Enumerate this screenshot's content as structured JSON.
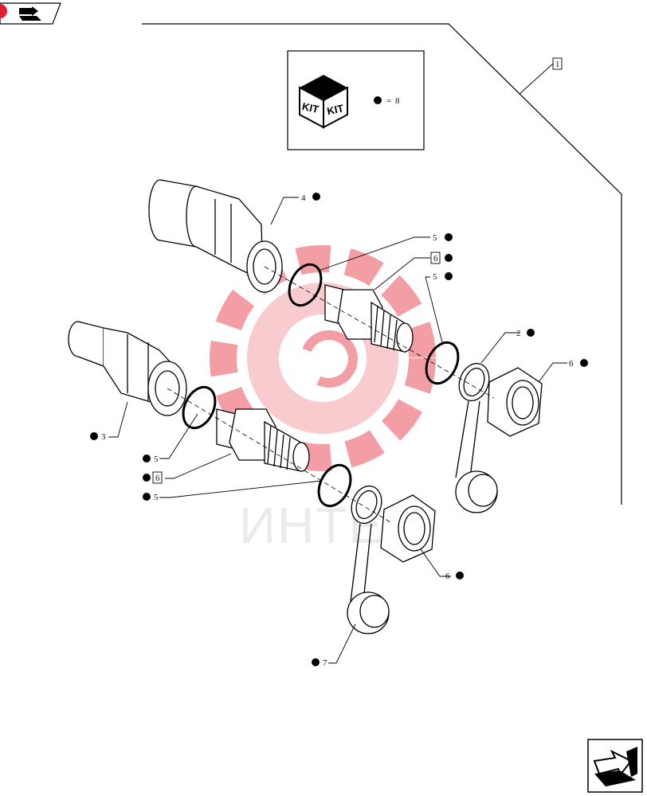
{
  "colors": {
    "ink": "#000000",
    "watermark_red": "#e8505b",
    "watermark_gray": "#bdbdbd",
    "corner_badge": "#e0203a"
  },
  "icons": {
    "top_nav": "previous-page-icon",
    "bottom_nav": "next-page-icon",
    "kit": "kit-box-icon"
  },
  "kit_legend": {
    "kit_word_left": "KIT",
    "kit_word_right": "KIT",
    "equals": "=",
    "value": "8"
  },
  "callouts": [
    {
      "id": "c1",
      "num": "1",
      "boxed": true,
      "dot": false
    },
    {
      "id": "c4",
      "num": "4",
      "boxed": false,
      "dot": true
    },
    {
      "id": "c5a",
      "num": "5",
      "boxed": false,
      "dot": true
    },
    {
      "id": "c6a",
      "num": "6",
      "boxed": true,
      "dot": true
    },
    {
      "id": "c5b",
      "num": "5",
      "boxed": false,
      "dot": true
    },
    {
      "id": "c2",
      "num": "2",
      "boxed": false,
      "dot": true
    },
    {
      "id": "c6b",
      "num": "6",
      "boxed": false,
      "dot": true
    },
    {
      "id": "c3",
      "num": "3",
      "boxed": false,
      "dot": true
    },
    {
      "id": "c5c",
      "num": "5",
      "boxed": false,
      "dot": true
    },
    {
      "id": "c6c",
      "num": "6",
      "boxed": true,
      "dot": true
    },
    {
      "id": "c5d",
      "num": "5",
      "boxed": false,
      "dot": true
    },
    {
      "id": "c6d",
      "num": "6",
      "boxed": false,
      "dot": true
    },
    {
      "id": "c7",
      "num": "7",
      "boxed": false,
      "dot": true
    }
  ],
  "watermark": {
    "text": "ИНТЕХ"
  }
}
